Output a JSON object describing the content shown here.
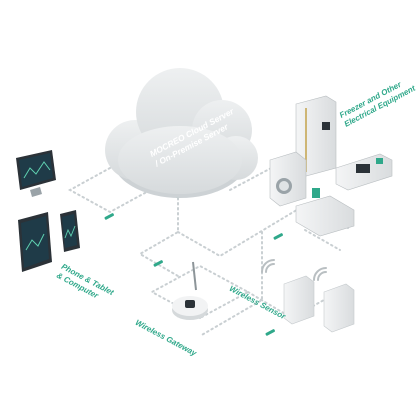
{
  "cloud": {
    "line1": "MOCREO Cloud Server",
    "line2": "/ On-Premise Server"
  },
  "labels": {
    "freezer_line1": "Freezer and Other",
    "freezer_line2": "Electrical Equipment",
    "phone_line1": "Phone & Tablet",
    "phone_line2": "& Computer",
    "gateway": "Wireless Gateway",
    "sensor": "Wireless Sensor"
  },
  "colors": {
    "accent": "#2fa88a",
    "dots": "#c9cfd2",
    "cloud": "#e3e6e8",
    "device_dark": "#2b3238"
  },
  "icons": [
    "cloud-icon",
    "monitor-icon",
    "tablet-icon",
    "phone-icon",
    "gateway-icon",
    "sensor-icon",
    "wifi-icon",
    "freezer-icon",
    "washer-icon",
    "bathtub-icon",
    "lab-instrument-icon",
    "arrow-icon"
  ]
}
